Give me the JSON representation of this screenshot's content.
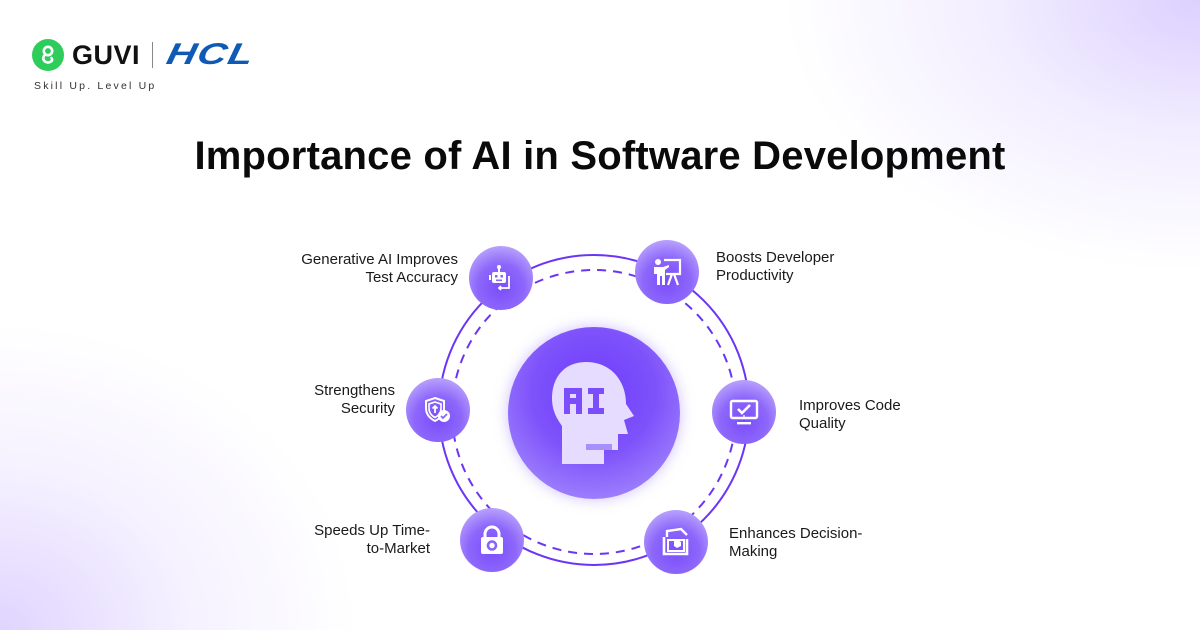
{
  "brand": {
    "guvi_label": "GUVI",
    "hcl_label": "HCL",
    "tagline": "Skill Up. Level Up",
    "guvi_color": "#2ecc5a",
    "hcl_color": "#0f5ab4"
  },
  "title": "Importance of AI in Software Development",
  "diagram": {
    "center": {
      "icon": "ai-head-icon",
      "text": "AI"
    },
    "accent_color": "#7b4dfb",
    "nodes": [
      {
        "id": "test-accuracy",
        "icon": "robot-icon",
        "label_line1": "Generative AI Improves",
        "label_line2": "Test Accuracy",
        "position": "top-left"
      },
      {
        "id": "productivity",
        "icon": "presenter-icon",
        "label_line1": "Boosts Developer",
        "label_line2": "Productivity",
        "position": "top-right"
      },
      {
        "id": "security",
        "icon": "shield-check-icon",
        "label_line1": "Strengthens",
        "label_line2": "Security",
        "position": "left"
      },
      {
        "id": "code-quality",
        "icon": "monitor-check-icon",
        "label_line1": "Improves Code",
        "label_line2": "Quality",
        "position": "right"
      },
      {
        "id": "time-to-market",
        "icon": "lock-icon",
        "label_line1": "Speeds Up Time-",
        "label_line2": "to-Market",
        "position": "bottom-left"
      },
      {
        "id": "decision-making",
        "icon": "box-icon",
        "label_line1": "Enhances Decision-",
        "label_line2": "Making",
        "position": "bottom-right"
      }
    ]
  }
}
